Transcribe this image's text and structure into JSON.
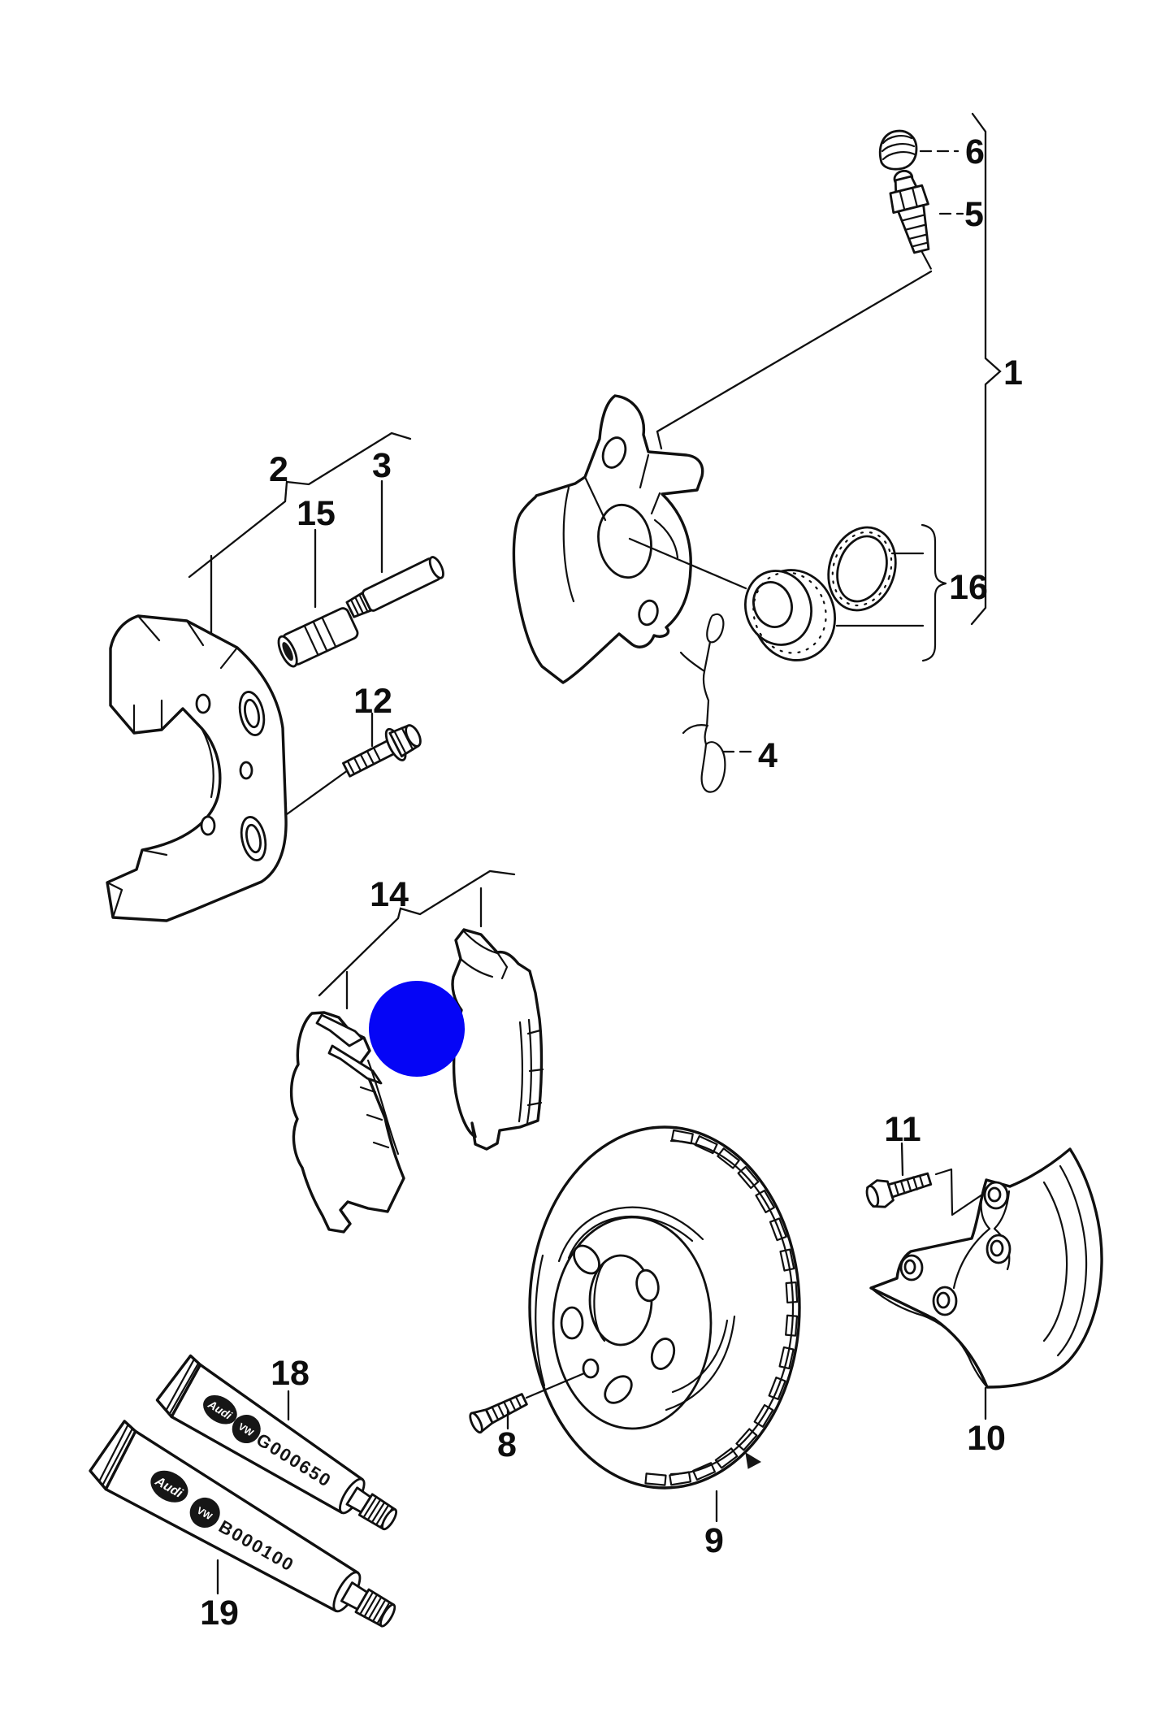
{
  "figure": {
    "background": "#ffffff",
    "line_color": "#101010"
  },
  "highlight": {
    "color": "#0505F6"
  },
  "callouts": {
    "c1": {
      "label": "1"
    },
    "c2": {
      "label": "2"
    },
    "c3": {
      "label": "3"
    },
    "c4": {
      "label": "4"
    },
    "c5": {
      "label": "5"
    },
    "c6": {
      "label": "6"
    },
    "c8": {
      "label": "8"
    },
    "c9": {
      "label": "9"
    },
    "c10": {
      "label": "10"
    },
    "c11": {
      "label": "11"
    },
    "c12": {
      "label": "12"
    },
    "c14": {
      "label": "14"
    },
    "c15": {
      "label": "15"
    },
    "c16": {
      "label": "16"
    },
    "c18": {
      "label": "18"
    },
    "c19": {
      "label": "19"
    }
  },
  "tubes": {
    "tube18": {
      "code": "G000650",
      "brand": "Audi"
    },
    "tube19": {
      "code": "B000100",
      "brand": "Audi"
    }
  },
  "logos": {
    "vw": "VW"
  }
}
